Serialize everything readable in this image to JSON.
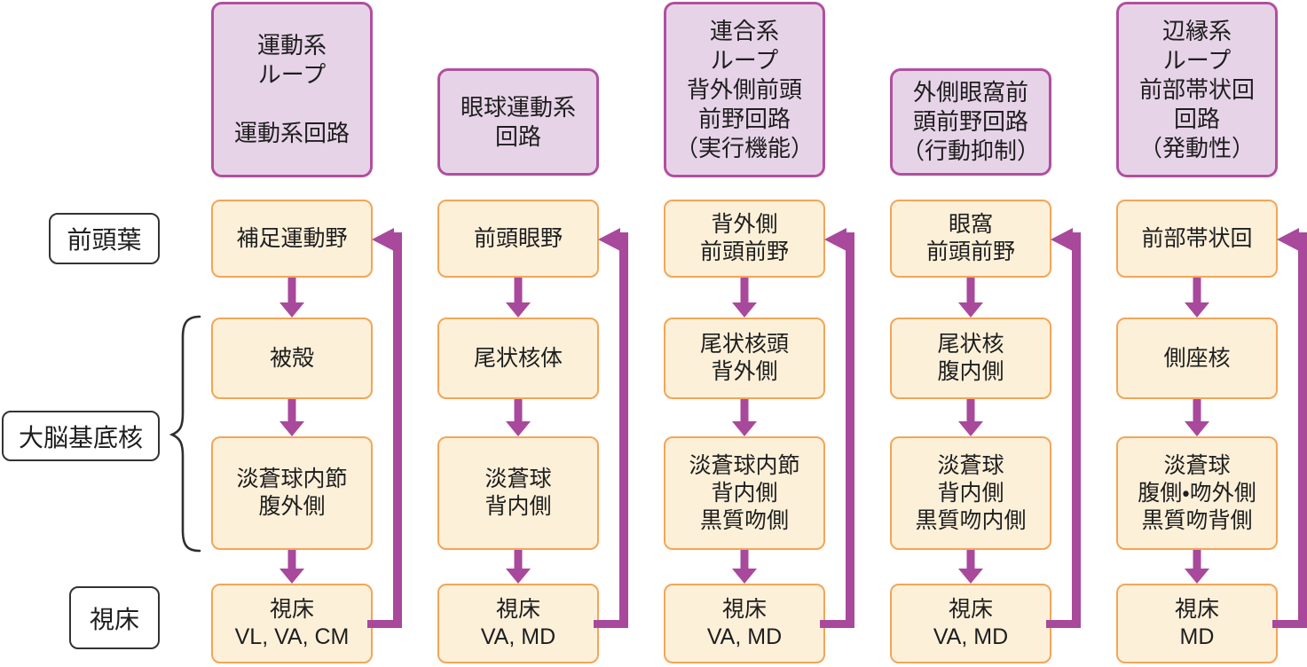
{
  "colors": {
    "loop_header_fill": "#e7d3e8",
    "loop_header_border": "#b0509e",
    "node_fill": "#fdf0d9",
    "node_border": "#f3a558",
    "arrow": "#a8499c",
    "side_label_border": "#333333",
    "text": "#1e1e1e"
  },
  "side_labels": {
    "frontal_lobe": "前頭葉",
    "basal_ganglia": "大脳基底核",
    "thalamus": "視床"
  },
  "columns": [
    {
      "header": "運動系\nループ\n\n運動系回路",
      "nodes": [
        "補足運動野",
        "被殻",
        "淡蒼球内節\n腹外側",
        "視床\nVL, VA, CM"
      ]
    },
    {
      "header": "眼球運動系\n回路",
      "nodes": [
        "前頭眼野",
        "尾状核体",
        "淡蒼球\n背内側",
        "視床\nVA, MD"
      ]
    },
    {
      "header": "連合系\nループ\n背外側前頭\n前野回路\n（実行機能）",
      "nodes": [
        "背外側\n前頭前野",
        "尾状核頭\n背外側",
        "淡蒼球内節\n背内側\n黒質吻側",
        "視床\nVA, MD"
      ]
    },
    {
      "header": "外側眼窩前\n頭前野回路\n（行動抑制）",
      "nodes": [
        "眼窩\n前頭前野",
        "尾状核\n腹内側",
        "淡蒼球\n背内側\n黒質吻内側",
        "視床\nVA, MD"
      ]
    },
    {
      "header": "辺縁系\nループ\n前部帯状回\n回路\n（発動性）",
      "nodes": [
        "前部帯状回",
        "側座核",
        "淡蒼球\n腹側・吻外側\n黒質吻背側",
        "視床\nMD"
      ]
    }
  ]
}
